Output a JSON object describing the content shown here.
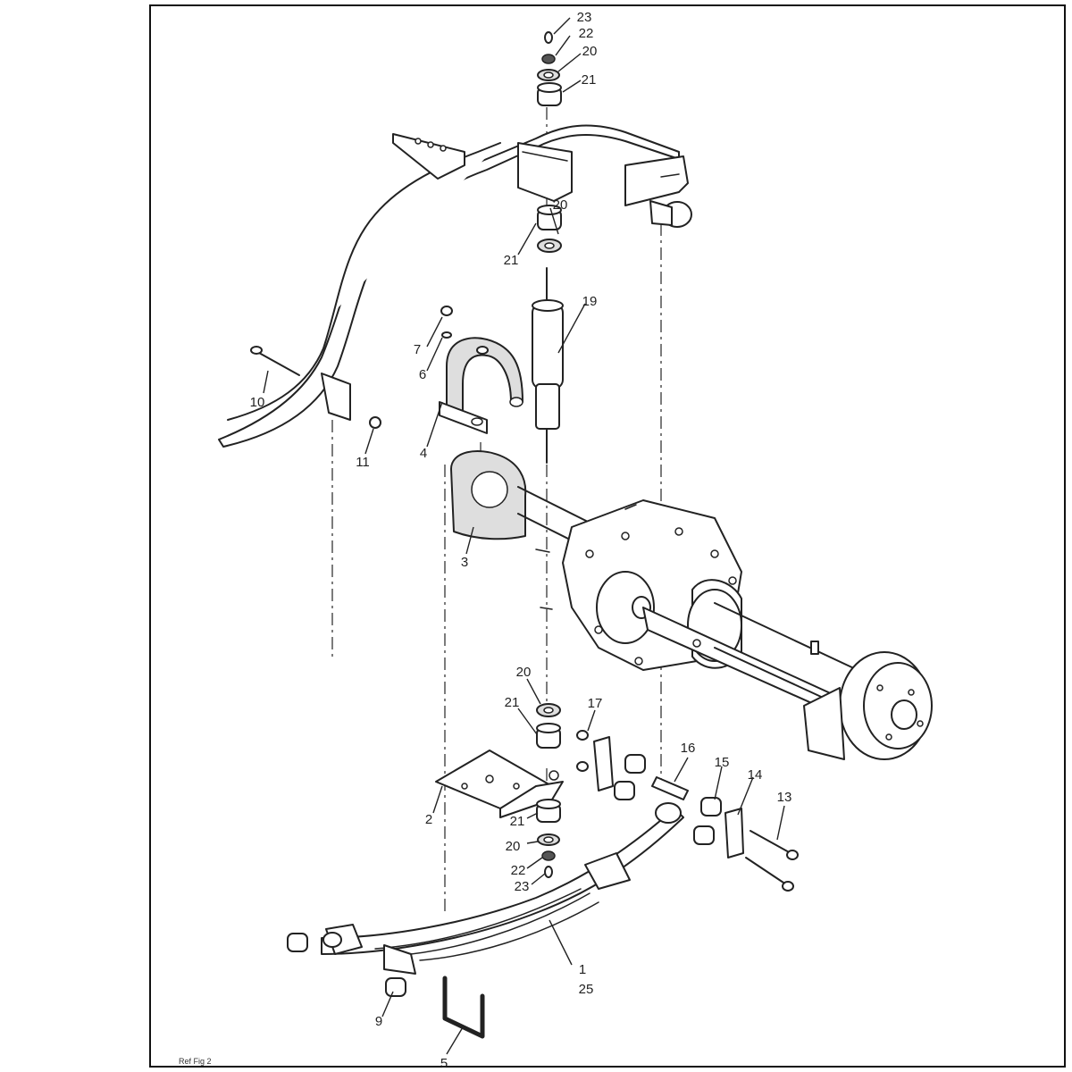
{
  "callouts": {
    "c1": "1",
    "c25": "25",
    "c2": "2",
    "c3": "3",
    "c4": "4",
    "c5": "5",
    "c6": "6",
    "c7": "7",
    "c9": "9",
    "c10": "10",
    "c11": "11",
    "c13": "13",
    "c14": "14",
    "c15": "15",
    "c16": "16",
    "c17": "17",
    "c19": "19",
    "c23a": "23",
    "c22a": "22",
    "c20a": "20",
    "c21a": "21",
    "c20b": "20",
    "c21b": "21",
    "c20c": "20",
    "c21c": "21",
    "c21d": "21",
    "c20d": "20",
    "c22d": "22",
    "c23d": "23"
  },
  "reference_code": "Ref Fig 2"
}
